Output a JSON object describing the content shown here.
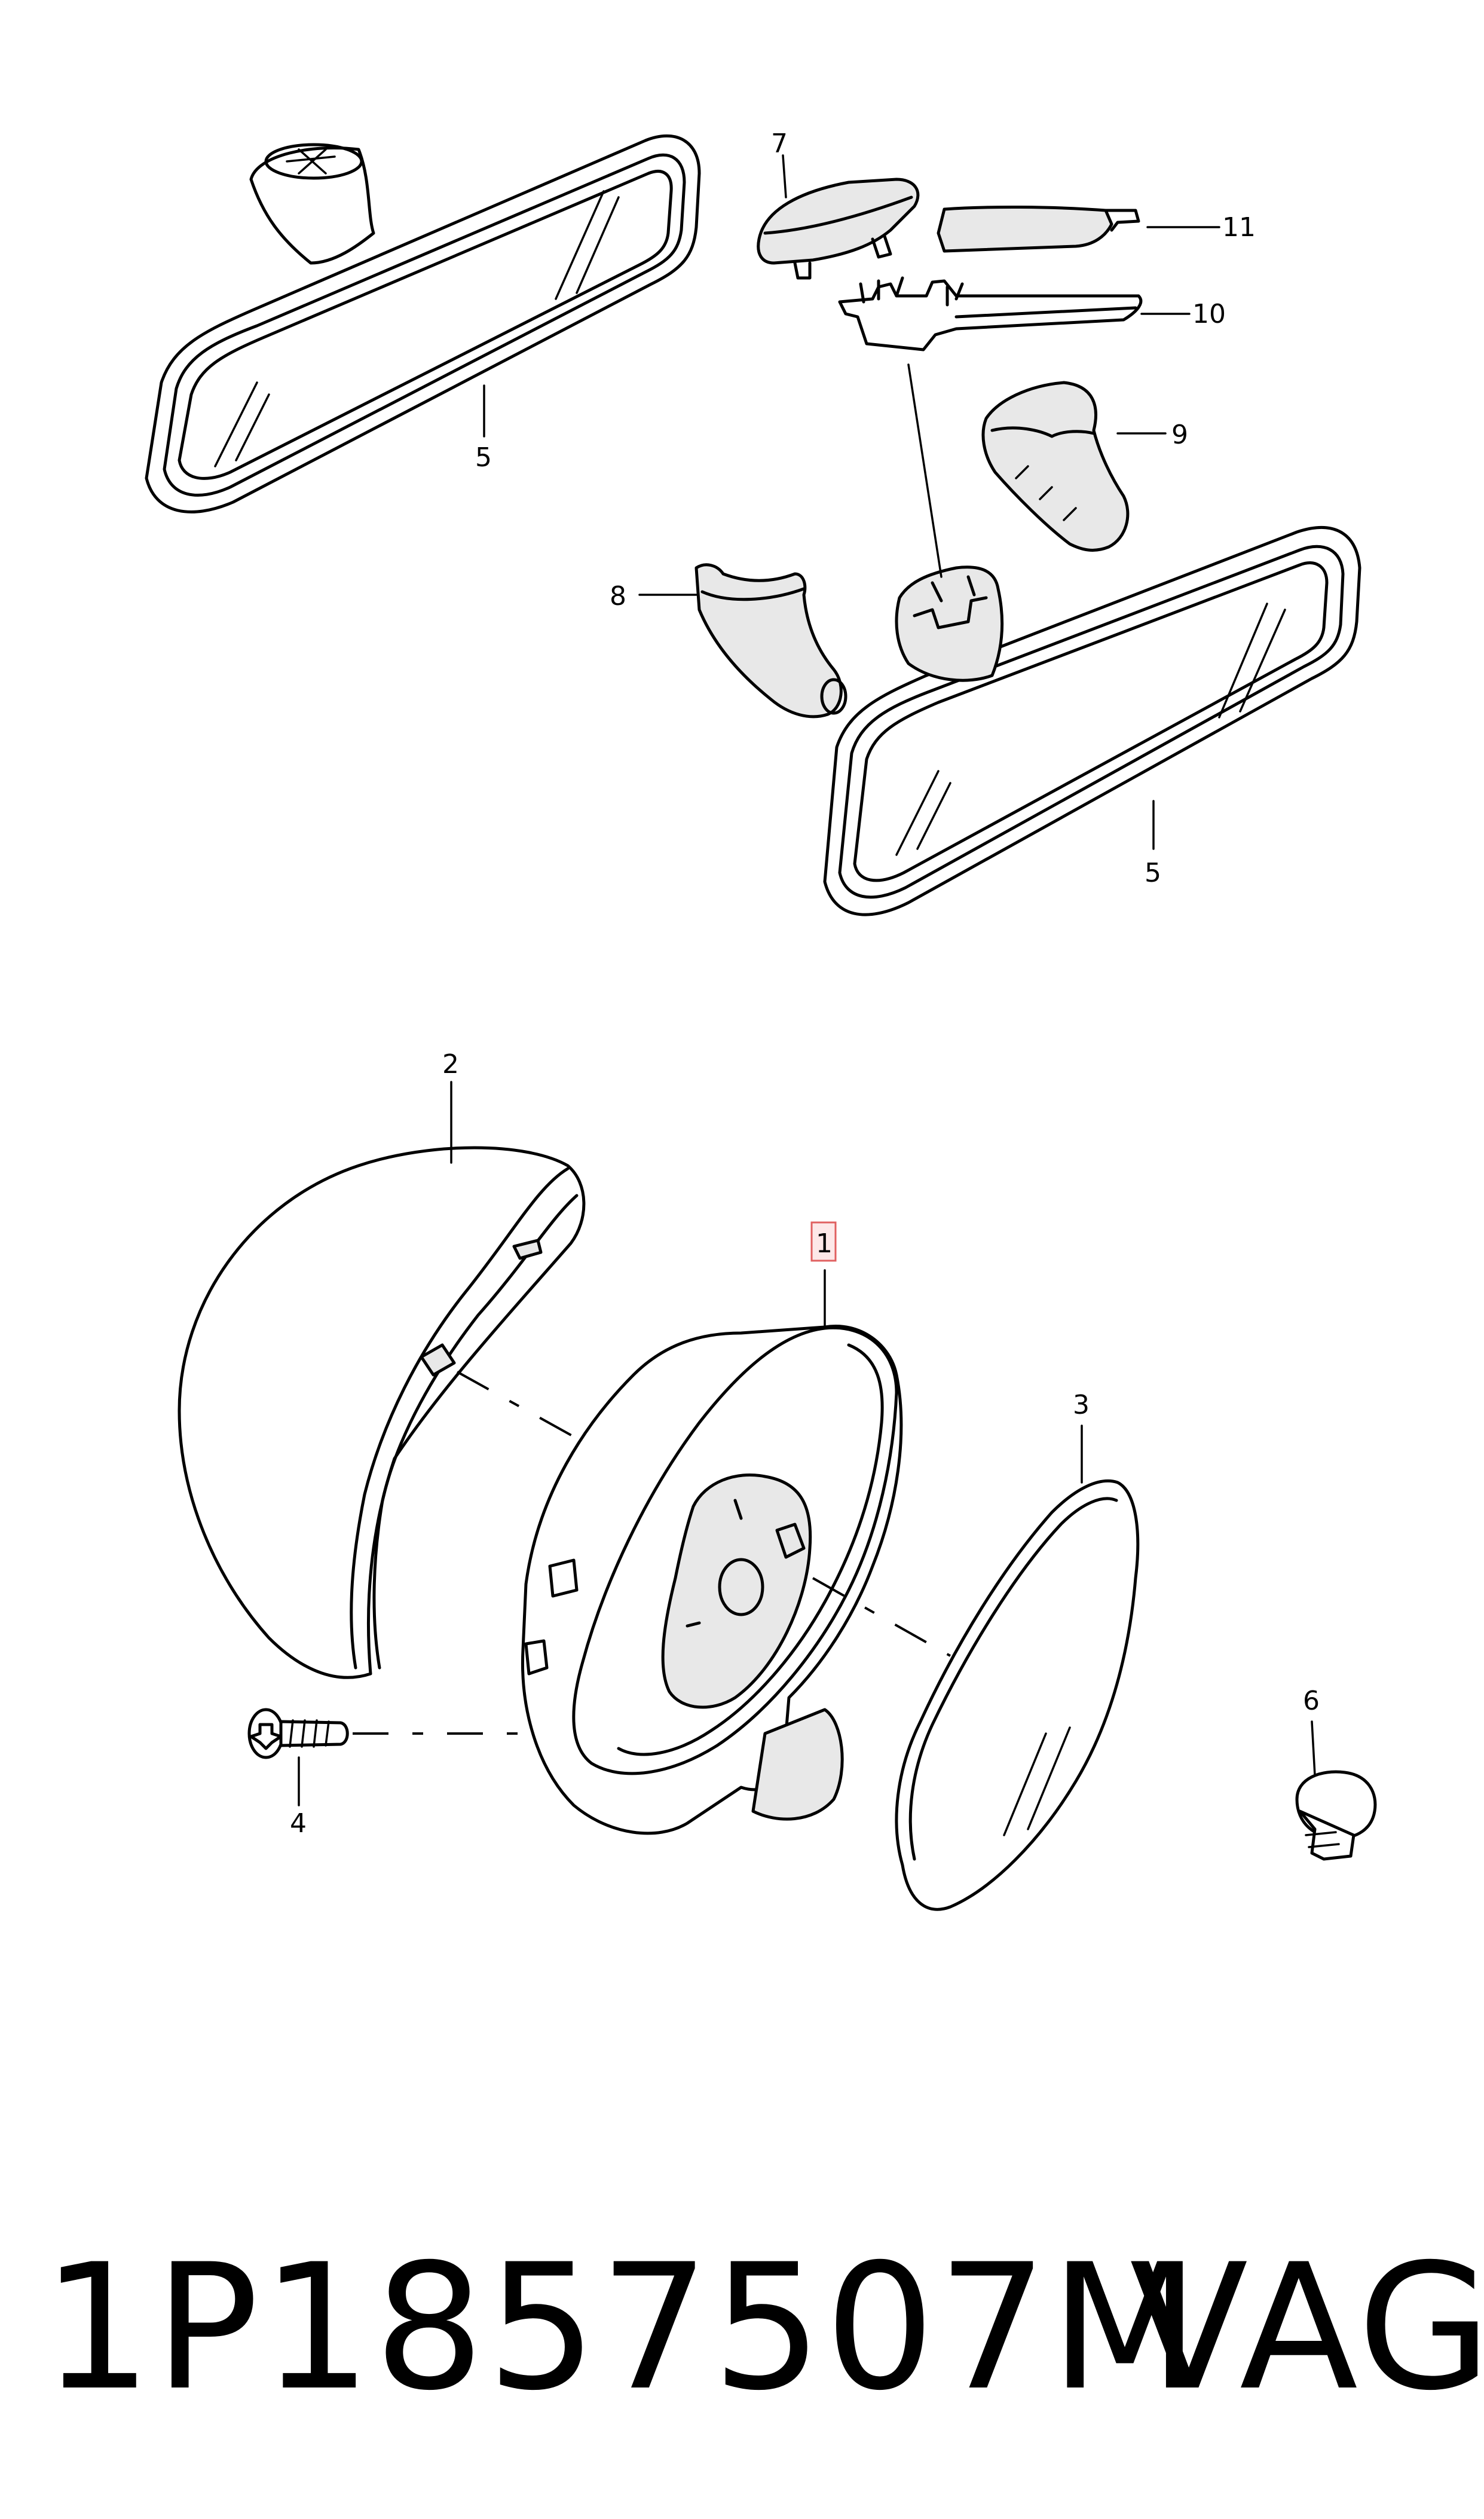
{
  "callouts": {
    "c1": "1",
    "c2": "2",
    "c3": "3",
    "c4": "4",
    "c5a": "5",
    "c5b": "5",
    "c6": "6",
    "c7": "7",
    "c8": "8",
    "c9": "9",
    "c10": "10",
    "c11": "11"
  },
  "highlight_color": "#e06060",
  "footer": {
    "part_number": "1P1857507M",
    "brand": "VAG"
  }
}
